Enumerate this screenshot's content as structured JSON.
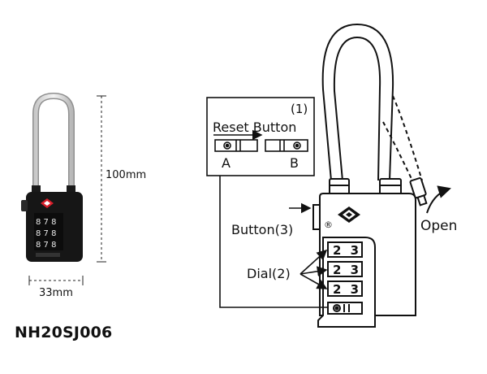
{
  "product": {
    "model": "NH20SJ006",
    "height_label": "100mm",
    "width_label": "33mm",
    "dial_digits": [
      "8",
      "7",
      "8"
    ]
  },
  "diagram": {
    "reset_number": "(1)",
    "reset_title": "Reset Button",
    "position_a": "A",
    "position_b": "B",
    "button_label": "Button(3)",
    "dial_label": "Dial(2)",
    "open_label": "Open",
    "registered_mark": "®",
    "dial_values": [
      "2",
      "3"
    ]
  }
}
